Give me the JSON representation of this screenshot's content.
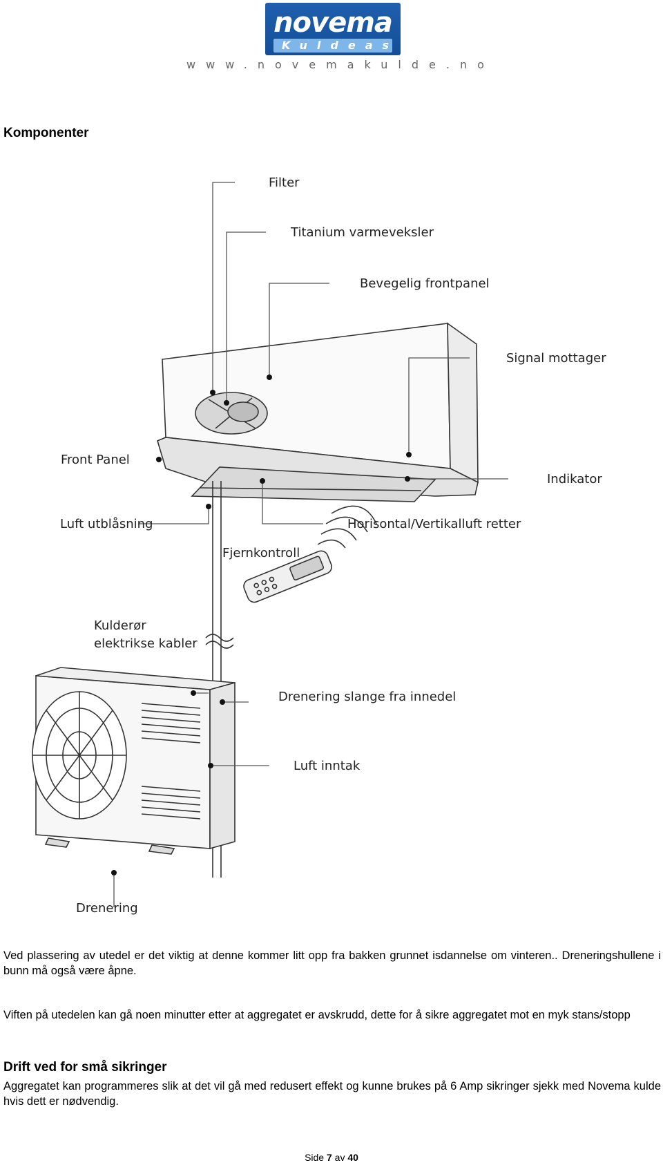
{
  "header": {
    "logo_name": "novema",
    "logo_sub": "Kuldeas",
    "website": "www.novemakulde.no"
  },
  "section_title": "Komponenter",
  "diagram": {
    "labels": {
      "filter": "Filter",
      "titanium": "Titanium varmeveksler",
      "frontpanel_moving": "Bevegelig frontpanel",
      "signal": "Signal mottager",
      "front_panel": "Front Panel",
      "indikator": "Indikator",
      "luft_utblasning": "Luft utblåsning",
      "horisontal": "Horisontal/Vertikalluft retter",
      "fjernkontroll": "Fjernkontroll",
      "kulderor_1": "Kulderør",
      "kulderor_2": "elektrikse kabler",
      "drenering_slange": "Drenering slange fra innedel",
      "luft_inntak": "Luft inntak",
      "drenering": "Drenering"
    }
  },
  "paragraphs": {
    "p1": "Ved plassering av utedel er det viktig at denne kommer litt opp fra bakken grunnet isdannelse om vinteren.. Dreneringshullene i bunn må også være åpne.",
    "p2": "Viften på utedelen kan gå noen minutter etter at aggregatet er avskrudd, dette for å sikre aggregatet mot en myk stans/stopp",
    "heading2": "Drift ved for små sikringer",
    "p3": "Aggregatet kan programmeres slik at det vil gå med redusert effekt og kunne brukes på 6 Amp sikringer sjekk med Novema kulde hvis dett er nødvendig."
  },
  "footer": {
    "prefix": "Side ",
    "page": "7",
    "middle": " av ",
    "total": "40"
  }
}
